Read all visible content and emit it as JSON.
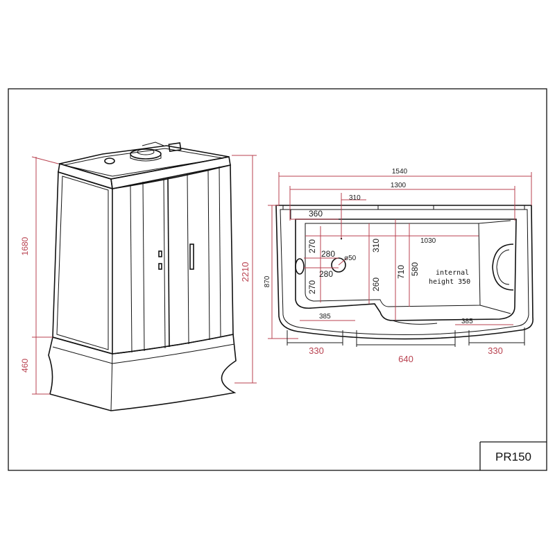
{
  "drawing": {
    "model_code": "PR150",
    "colors": {
      "dimension_red": "#b8414f",
      "line_black": "#111111"
    },
    "side_view": {
      "height_total": "2210",
      "height_enclosure": "1680",
      "height_base": "460"
    },
    "plan_view": {
      "width_total": "1540",
      "width_inner": "1300",
      "depth_total": "870",
      "dim_310_top": "310",
      "dim_360": "360",
      "dim_270_a": "270",
      "dim_270_b": "270",
      "dim_280_a": "280",
      "dim_280_b": "280",
      "drain_diameter": "ø50",
      "dim_310_mid": "310",
      "dim_260": "260",
      "dim_710": "710",
      "dim_580": "580",
      "dim_1030": "1030",
      "dim_385_left": "385",
      "dim_385_right": "385",
      "dim_330_left": "330",
      "dim_640": "640",
      "dim_330_right": "330",
      "note_line1": "internal",
      "note_line2": "height 350"
    }
  }
}
